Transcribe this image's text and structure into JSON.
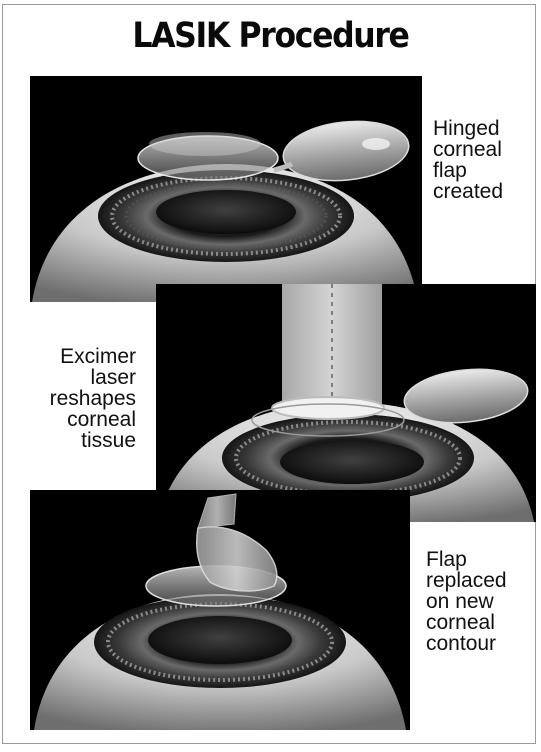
{
  "title": "LASIK Procedure",
  "steps": [
    {
      "lines": [
        "Hinged",
        "corneal",
        "flap",
        "created"
      ]
    },
    {
      "lines": [
        "Excimer",
        "laser",
        "reshapes",
        "corneal",
        "tissue"
      ]
    },
    {
      "lines": [
        "Flap",
        "replaced",
        "on new",
        "corneal",
        "contour"
      ]
    }
  ],
  "colors": {
    "background": "#ffffff",
    "panel": "#000000",
    "text": "#111111"
  }
}
